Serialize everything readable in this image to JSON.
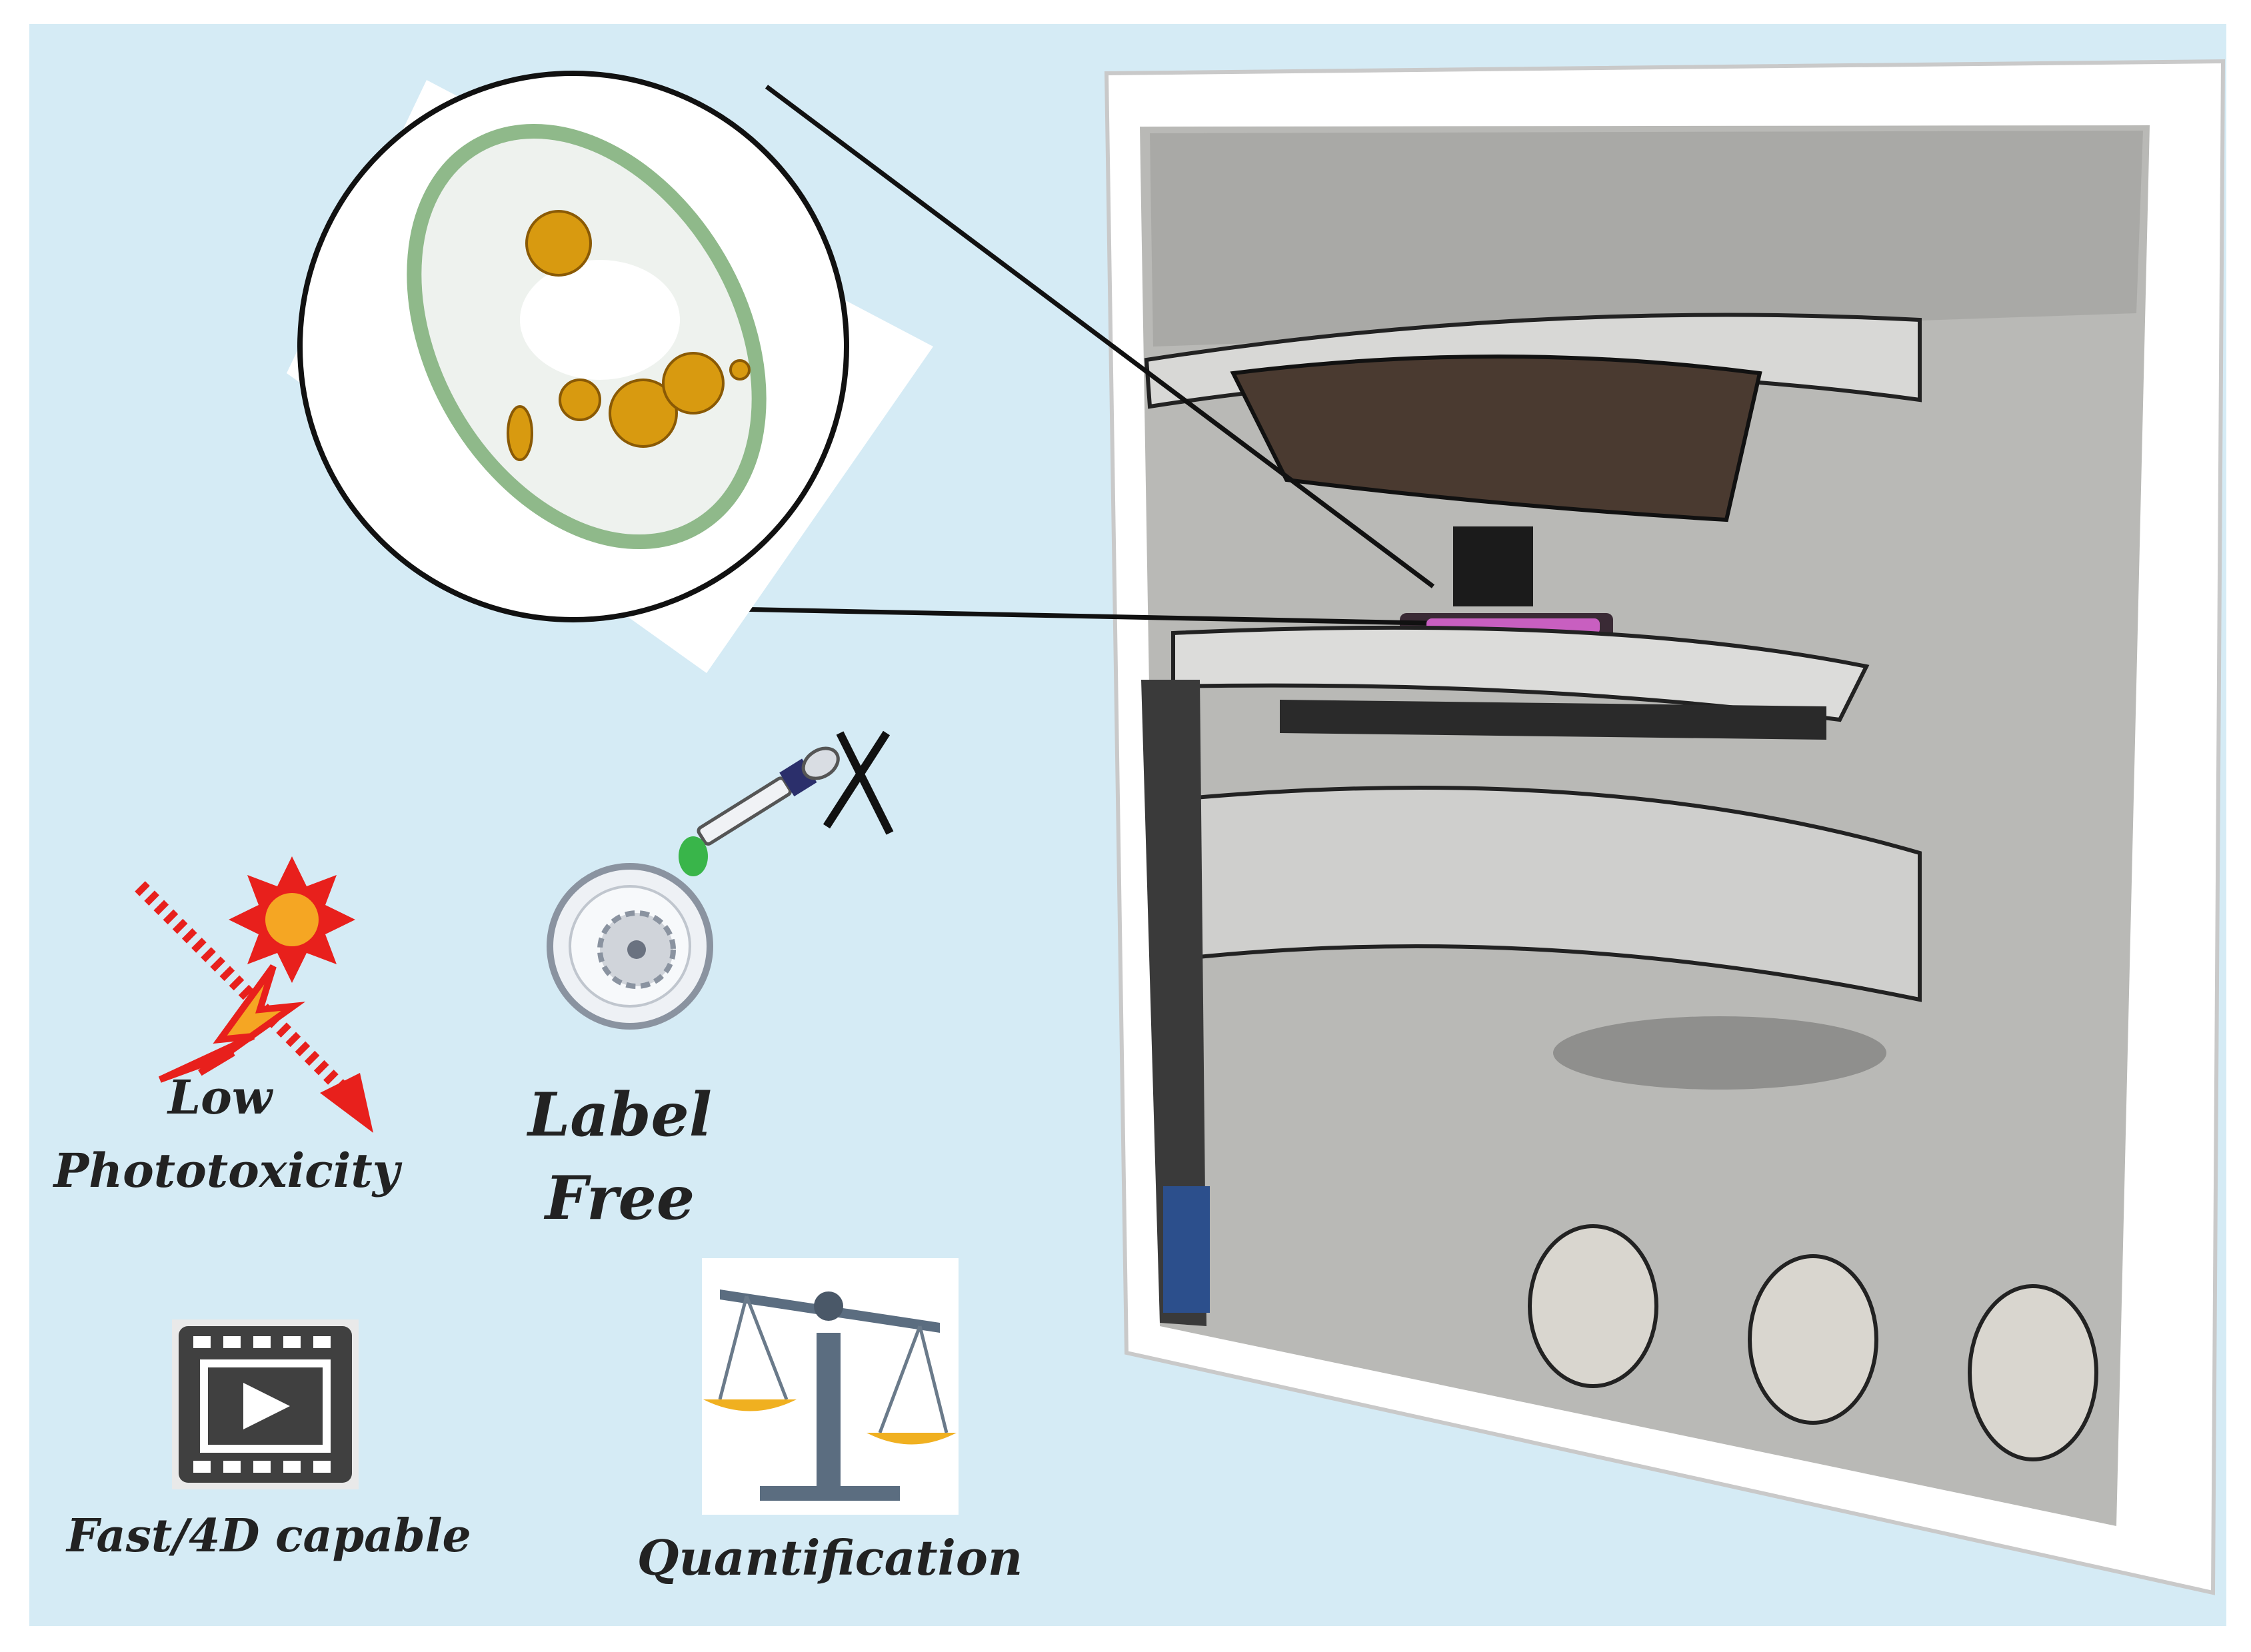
{
  "labels": {
    "low_phototoxicity_line1": "Low",
    "low_phototoxicity_line2": "Phototoxicity",
    "label_free_line1": "Label",
    "label_free_line2": "Free",
    "fast_4d": "Fast/4D capable",
    "quantification": "Quantification"
  },
  "icons": {
    "cell_zoom": "3d-cell-render-icon",
    "phototoxicity": "sun-laser-bolt-icon",
    "label_free": "petri-dish-dropper-crossed-icon",
    "fast_4d": "film-play-icon",
    "quantification": "balance-scale-icon",
    "instrument": "microscope-photo"
  },
  "colors": {
    "background": "#d5ebf5",
    "nucleus": "#d89a10",
    "cell_membrane": "#8fb98a",
    "laser_red": "#e8201c",
    "sun_orange": "#f5a623",
    "drop_green": "#39b54a",
    "sample_magenta": "#c85fc0"
  }
}
